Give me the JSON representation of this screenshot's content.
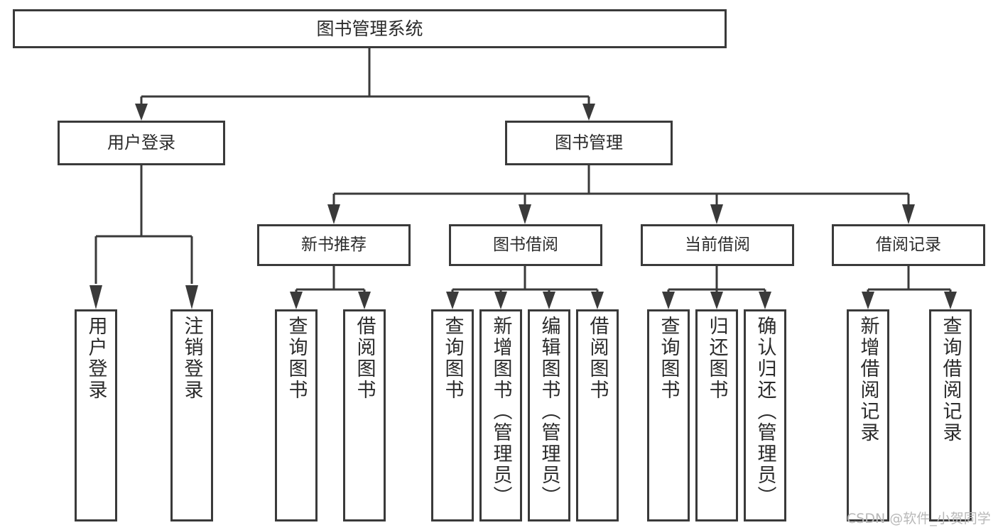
{
  "diagram": {
    "title": "图书管理系统",
    "type": "hierarchy-tree",
    "root": {
      "label": "图书管理系统"
    },
    "level2": [
      {
        "label": "用户登录"
      },
      {
        "label": "图书管理"
      }
    ],
    "categories": [
      {
        "label": "新书推荐"
      },
      {
        "label": "图书借阅"
      },
      {
        "label": "当前借阅"
      },
      {
        "label": "借阅记录"
      }
    ],
    "leaves": {
      "user_login": [
        {
          "label": "用户登录"
        },
        {
          "label": "注销登录"
        }
      ],
      "new_book_recommend": [
        {
          "label": "查询图书"
        },
        {
          "label": "借阅图书"
        }
      ],
      "book_borrow": [
        {
          "label": "查询图书"
        },
        {
          "label": "新增图书（管理员）"
        },
        {
          "label": "编辑图书（管理员）"
        },
        {
          "label": "借阅图书"
        }
      ],
      "current_borrow": [
        {
          "label": "查询图书"
        },
        {
          "label": "归还图书"
        },
        {
          "label": "确认归还（管理员）"
        }
      ],
      "borrow_record": [
        {
          "label": "新增借阅记录"
        },
        {
          "label": "查询借阅记录"
        }
      ]
    }
  },
  "watermark": {
    "text": "CSDN @软件_小贺同学"
  },
  "colors": {
    "stroke": "#3a3a3a",
    "text": "#2b2b2b",
    "background": "#ffffff",
    "watermark": "#b8b8b8"
  }
}
